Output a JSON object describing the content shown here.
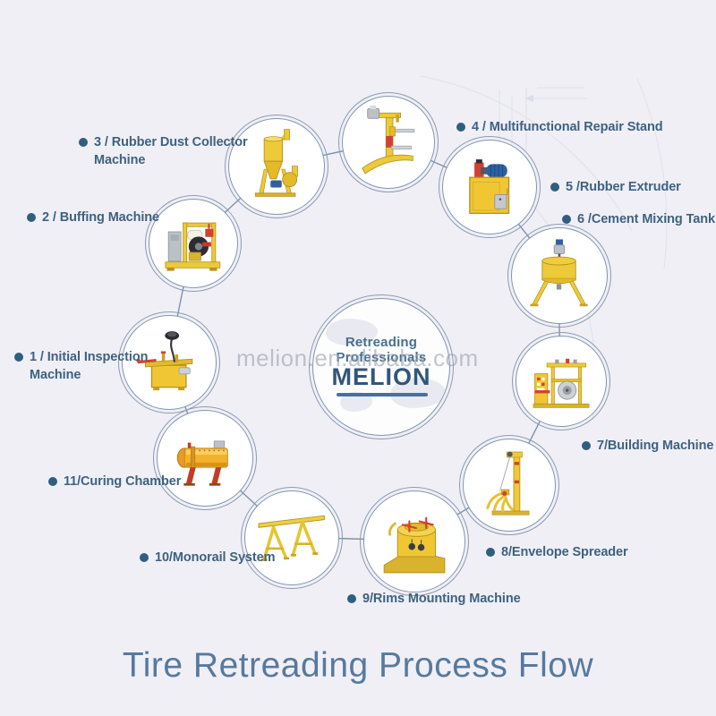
{
  "title": "Tire Retreading Process Flow",
  "watermark": "melion.en.alibaba.com",
  "center": {
    "tagline": "Retreading Professionals",
    "brand": "MELION"
  },
  "colors": {
    "background": "#f0eff6",
    "label_text": "#3e6280",
    "bullet_dot": "#2e5f7e",
    "title_text": "#567a9e",
    "brand_text": "#30567b",
    "ring": "#8296ad",
    "machine_yellow": "#eec93e",
    "machine_red": "#d44030",
    "machine_blue": "#2e5fa3"
  },
  "nodes": [
    {
      "id": "1",
      "name": "Initial Inspection Machine",
      "illustration": "initial-inspection-machine",
      "lines": [
        "1 / Initial Inspection",
        "Machine"
      ]
    },
    {
      "id": "2",
      "name": "Buffing Machine",
      "illustration": "buffing-machine",
      "lines": [
        "2 / Buffing Machine"
      ]
    },
    {
      "id": "3",
      "name": "Rubber Dust Collector Machine",
      "illustration": "rubber-dust-collector-machine",
      "lines": [
        "3 / Rubber Dust Collector",
        "Machine"
      ]
    },
    {
      "id": "4",
      "name": "Multifunctional Repair Stand",
      "illustration": "multifunctional-repair-stand",
      "lines": [
        "4 / Multifunctional Repair Stand"
      ]
    },
    {
      "id": "5",
      "name": "Rubber Extruder",
      "illustration": "rubber-extruder",
      "lines": [
        "5 /Rubber Extruder"
      ]
    },
    {
      "id": "6",
      "name": "Cement Mixing Tank",
      "illustration": "cement-mixing-tank",
      "lines": [
        "6 /Cement Mixing Tank"
      ]
    },
    {
      "id": "7",
      "name": "Building Machine",
      "illustration": "building-machine",
      "lines": [
        "7/Building Machine"
      ]
    },
    {
      "id": "8",
      "name": "Envelope Spreader",
      "illustration": "envelope-spreader",
      "lines": [
        "8/Envelope Spreader"
      ]
    },
    {
      "id": "9",
      "name": "Rims Mounting Machine",
      "illustration": "rims-mounting-machine",
      "lines": [
        "9/Rims Mounting Machine"
      ]
    },
    {
      "id": "10",
      "name": "Monorail System",
      "illustration": "monorail-system",
      "lines": [
        "10/Monorail System"
      ]
    },
    {
      "id": "11",
      "name": "Curing Chamber",
      "illustration": "curing-chamber",
      "lines": [
        "11/Curing Chamber"
      ]
    }
  ]
}
